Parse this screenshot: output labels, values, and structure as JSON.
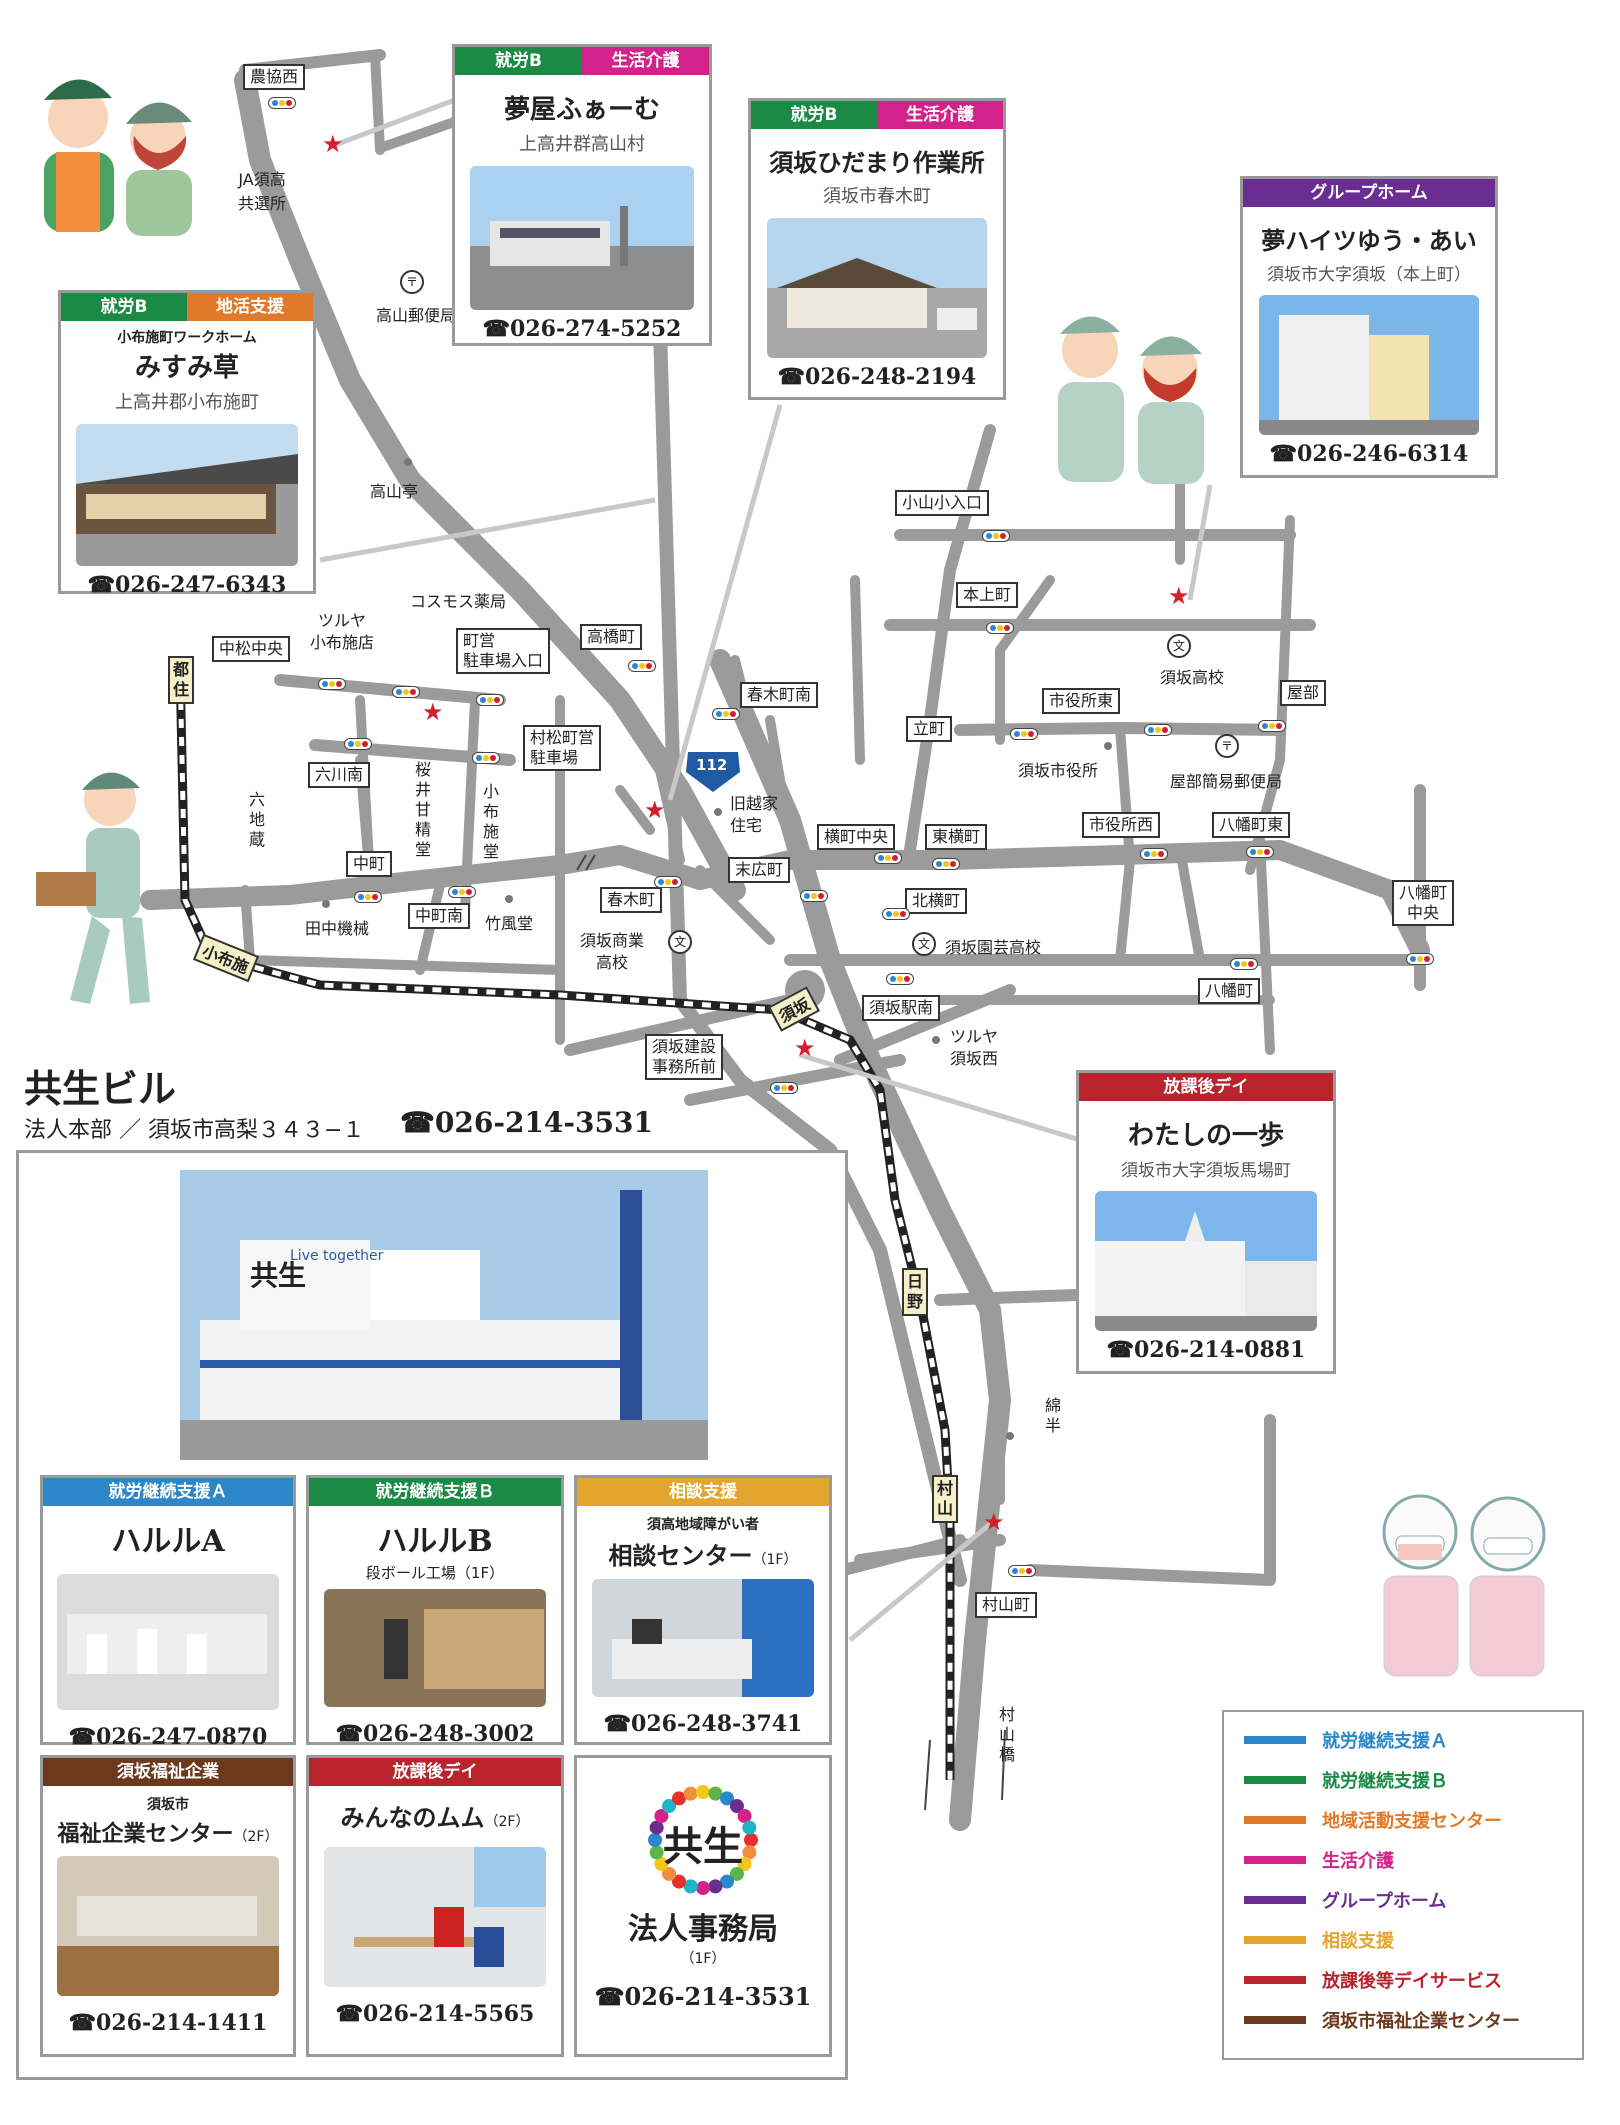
{
  "colors": {
    "a": "#2b87c8",
    "b": "#1a8a45",
    "chiiki": "#e07a28",
    "seikatsu": "#d3238a",
    "group": "#6a2d91",
    "soudan": "#e3a52d",
    "houkago": "#b8232c",
    "fukushi": "#6b3a1e",
    "road": "#9b9b9b",
    "star": "#d3202a"
  },
  "kyosei": {
    "title": "共生ビル",
    "address": "法人本部 ／ 須坂市高梨３４３−１",
    "tel": "☎026-214-3531",
    "sign1": "共生",
    "sign2": "Live together"
  },
  "cards": {
    "yumeya": {
      "tags": [
        "就労B",
        "生活介護"
      ],
      "name": "夢屋ふぁーむ",
      "addr": "上高井群高山村",
      "tel": "☎026-274-5252"
    },
    "hidamari": {
      "tags": [
        "就労B",
        "生活介護"
      ],
      "name": "須坂ひだまり作業所",
      "addr": "須坂市春木町",
      "tel": "☎026-248-2194"
    },
    "misumi": {
      "tags": [
        "就労B",
        "地活支援"
      ],
      "prefix": "小布施町ワークホーム",
      "name": "みすみ草",
      "addr": "上高井郡小布施町",
      "tel": "☎026-247-6343"
    },
    "yumeheights": {
      "tags": [
        "グループホーム"
      ],
      "name": "夢ハイツゆう・あい",
      "addr": "須坂市大字須坂（本上町）",
      "tel": "☎026-246-6314"
    },
    "ippo": {
      "tags": [
        "放課後デイ"
      ],
      "name": "わたしの一歩",
      "addr": "須坂市大字須坂馬場町",
      "tel": "☎026-214-0881"
    }
  },
  "subs": {
    "harulua": {
      "tag": "就労継続支援Ａ",
      "name": "ハルルA",
      "tel": "☎026-247-0870"
    },
    "harulub": {
      "tag": "就労継続支援Ｂ",
      "name": "ハルルB",
      "note": "段ボール工場（1F）",
      "tel": "☎026-248-3002"
    },
    "soudan": {
      "tag": "相談支援",
      "pre": "須高地域障がい者",
      "name": "相談センター",
      "floor": "（1F）",
      "tel": "☎026-248-3741"
    },
    "fukushi": {
      "tag": "須坂福祉企業",
      "pre": "須坂市",
      "name": "福祉企業センター",
      "floor": "（2F）",
      "tel": "☎026-214-1411"
    },
    "mumu": {
      "tag": "放課後デイ",
      "name": "みんなのムム",
      "floor": "（2F）",
      "tel": "☎026-214-5565"
    },
    "office": {
      "logo": "共生",
      "name": "法人事務局",
      "floor": "（1F）",
      "tel": "☎026-214-3531"
    }
  },
  "legend": [
    {
      "label": "就労継続支援Ａ",
      "color": "#2b87c8"
    },
    {
      "label": "就労継続支援Ｂ",
      "color": "#1a8a45"
    },
    {
      "label": "地域活動支援センター",
      "color": "#e07a28"
    },
    {
      "label": "生活介護",
      "color": "#d3238a"
    },
    {
      "label": "グループホーム",
      "color": "#6a2d91"
    },
    {
      "label": "相談支援",
      "color": "#e3a52d"
    },
    {
      "label": "放課後等デイサービス",
      "color": "#b8232c"
    },
    {
      "label": "須坂市福祉企業センター",
      "color": "#6b3a1e"
    }
  ],
  "map": {
    "route": "112",
    "junctions": {
      "nokyo": "農協西",
      "koyama": "小山小入口",
      "motokami": "本上町",
      "takahashi": "高橋町",
      "harukiminami": "春木町南",
      "nakamatsu": "中松中央",
      "machiei": [
        "町営",
        "駐車場入口"
      ],
      "murakami": [
        "村松町営",
        "駐車場"
      ],
      "rokukawa": "六川南",
      "shiyakushohigashi": "市役所東",
      "tatemachi": "立町",
      "yabe": "屋部",
      "yokomachi": "横町中央",
      "higashiyoko": "東横町",
      "shiyakushonishi": "市役所西",
      "hachimanhigashi": "八幡町東",
      "suehiro": "末広町",
      "kitayoko": "北横町",
      "harukicho": "春木町",
      "nakamachi": "中町",
      "nakamachiminami": "中町南",
      "hachimanchuo": [
        "八幡町",
        "中央"
      ],
      "hachiman": "八幡町",
      "sakaeki": "須坂駅南",
      "kensetsu": [
        "須坂建設",
        "事務所前"
      ],
      "murayamacho": "村山町"
    },
    "places": {
      "ja": [
        "JA須高",
        "共選所"
      ],
      "takayamayubin": "高山郵便局",
      "takayamatei": "高山亭",
      "cosmos": "コスモス薬局",
      "tsutaya1": [
        "ツルヤ",
        "小布施店"
      ],
      "kyuetsu": [
        "旧越家",
        "住宅"
      ],
      "suzakahs": "須坂高校",
      "shiyakusho": "須坂市役所",
      "yabeyubin": "屋部簡易郵便局",
      "shogyo": [
        "須坂商業",
        "高校"
      ],
      "engei": "須坂園芸高校",
      "tanaka": "田中機械",
      "chikufu": "竹風堂",
      "tsutaya2": [
        "ツルヤ",
        "須坂西"
      ],
      "menhan": "綿半"
    },
    "vtext": {
      "rokuchi": "六地蔵",
      "sakurai": "桜井甘精堂",
      "obusedo": "小布施堂",
      "murayamabashi": "村山橋"
    },
    "rails": {
      "tozumi": "都住",
      "obuse": "小布施",
      "suzaka": "須坂",
      "hino": "日野",
      "murayama": "村山"
    }
  }
}
